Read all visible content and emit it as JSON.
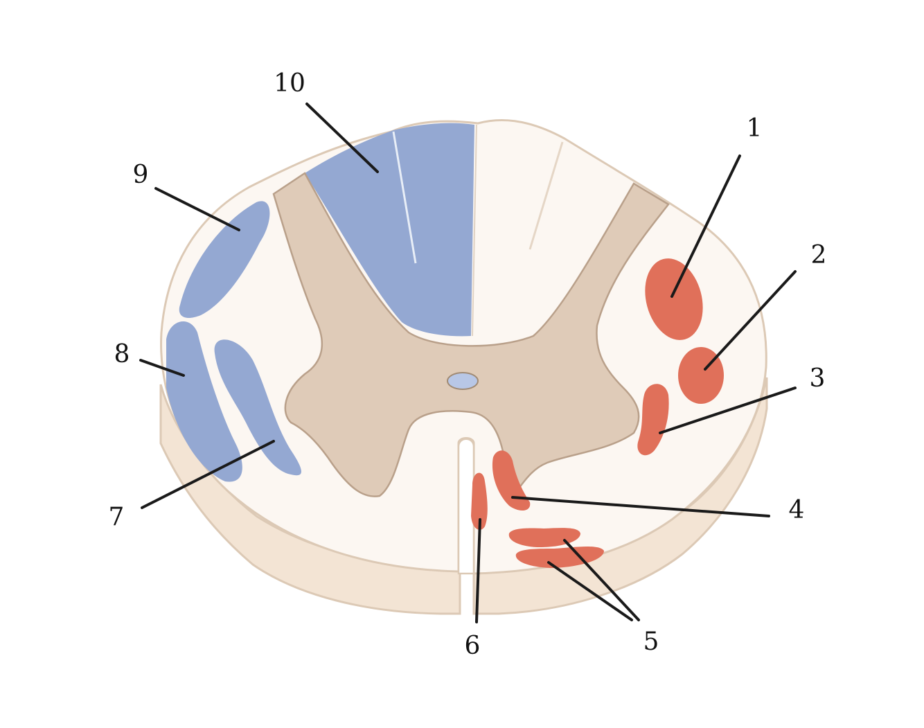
{
  "labels": {
    "l1": "1",
    "l2": "2",
    "l3": "3",
    "l4": "4",
    "l5": "5",
    "l6": "6",
    "l7": "7",
    "l8": "8",
    "l9": "9",
    "l10": "10"
  },
  "colors": {
    "ascending_tract": "#94a8d2",
    "descending_tract": "#e0705a",
    "white_matter": "#fcf7f2",
    "white_matter_side": "#f3e4d4",
    "outline": "#dcc9b5",
    "gray_matter": "#dfcbb8",
    "gray_matter_outline": "#b9a08a",
    "central_canal": "#b8c7e6"
  }
}
